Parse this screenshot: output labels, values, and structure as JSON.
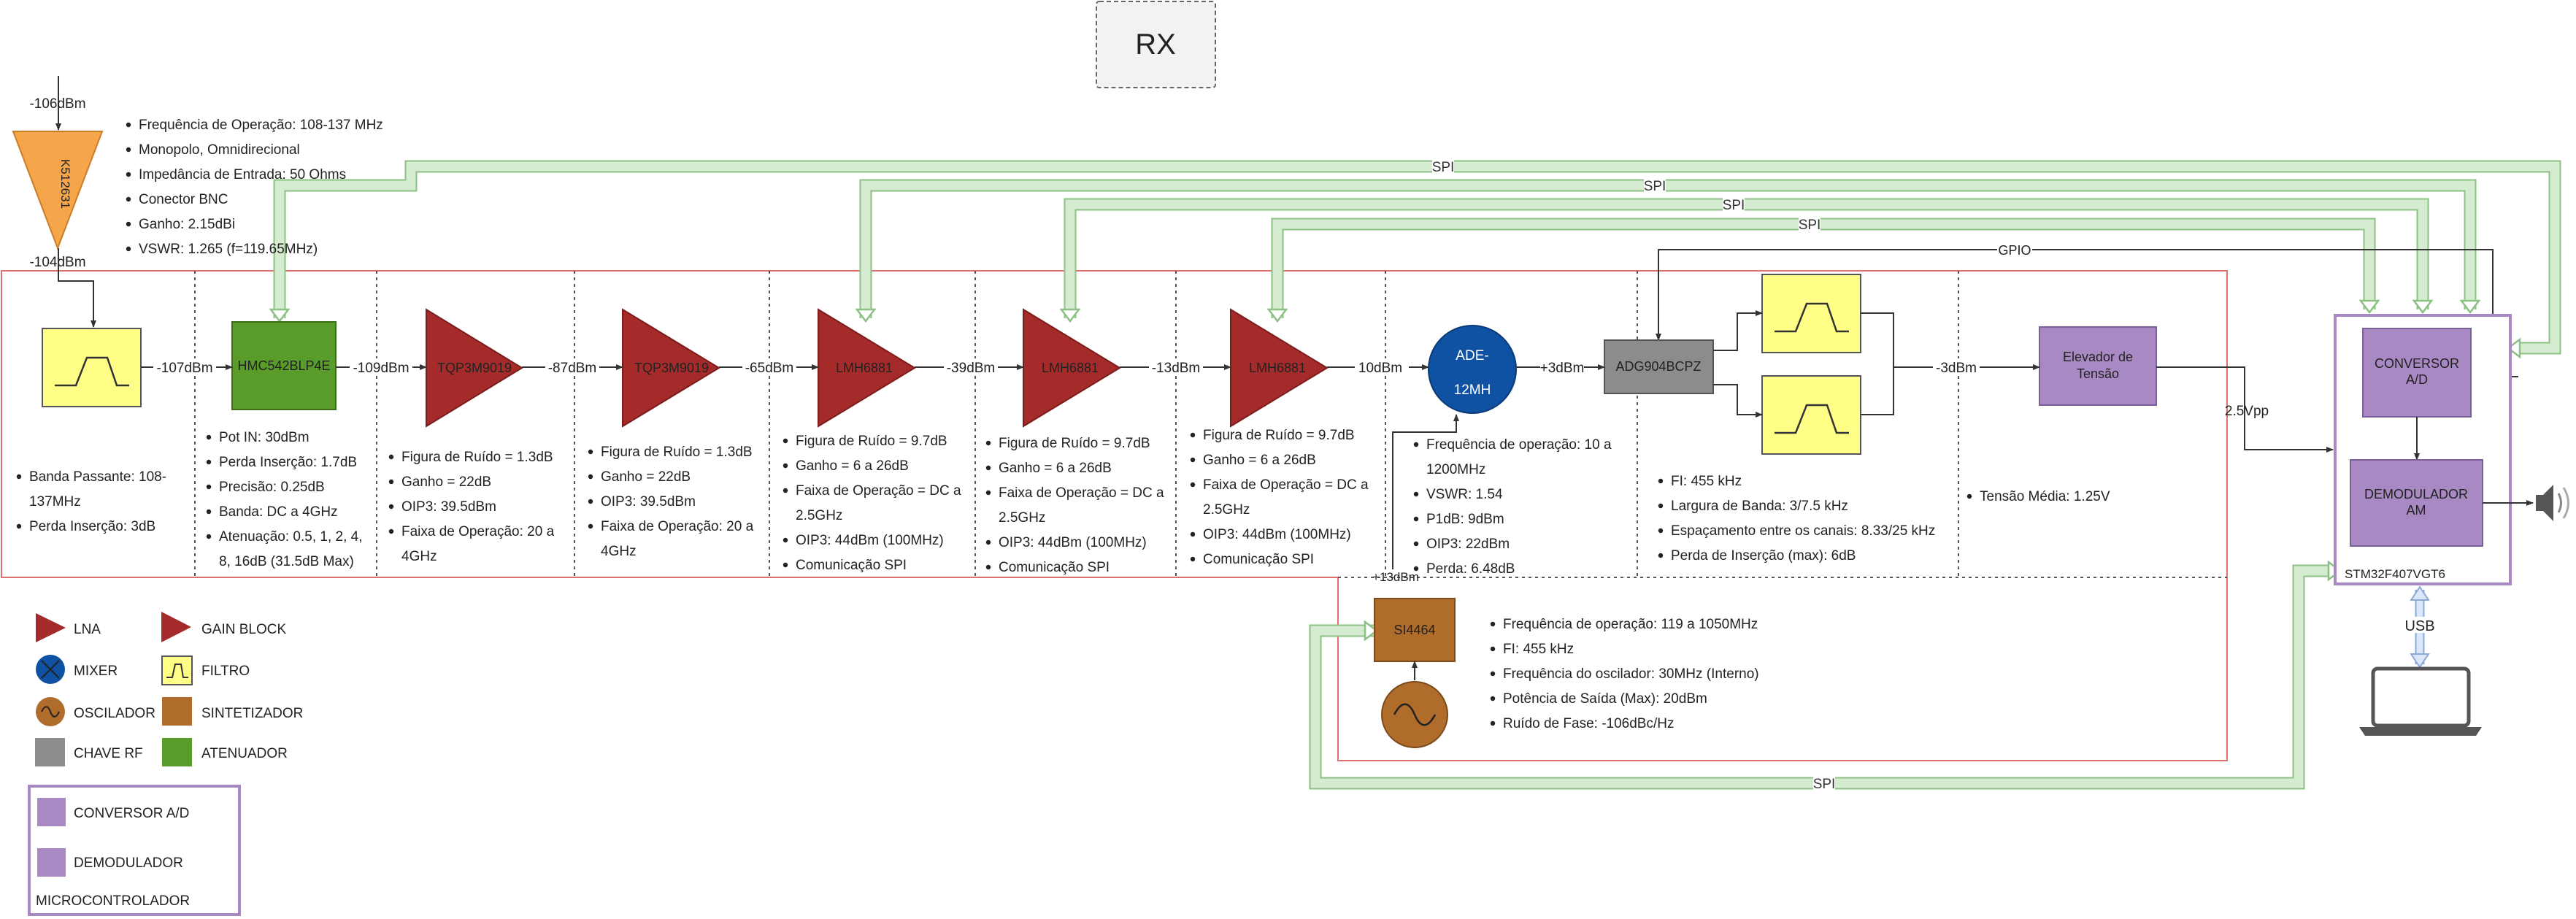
{
  "title": "RX",
  "input": {
    "level_in": "-106dBm",
    "level_out": "-104dBm",
    "label": "K512631"
  },
  "antenna_specs": [
    "Frequência de Operação: 108-137 MHz",
    "Monopolo, Omnidirecional",
    "Impedância de Entrada: 50 Ohms",
    "Conector BNC",
    "Ganho: 2.15dBi",
    "VSWR: 1.265 (f=119.65MHz)"
  ],
  "chain": {
    "attenuator_label": "HMC542BLP4E",
    "amp1_label": "TQP3M9019",
    "amp2_label": "TQP3M9019",
    "lna1_label": "LMH6881",
    "lna2_label": "LMH6881",
    "lna3_label": "LMH6881",
    "mixer_line1": "ADE-",
    "mixer_line2": "12MH",
    "switch_label": "ADG904BCPZ",
    "boost_line1": "Elevador de",
    "boost_line2": "Tensão",
    "synth_label": "SI4464"
  },
  "levels": {
    "filter_out": "-107dBm",
    "att_out": "-109dBm",
    "amp1_out": "-87dBm",
    "amp2_out": "-65dBm",
    "lna1_out": "-39dBm",
    "lna2_out": "-13dBm",
    "lna3_out": "10dBm",
    "mixer_out": "+3dBm",
    "filters_out": "-3dBm",
    "boost_out": "2.5Vpp",
    "synth_out": "+13dBm"
  },
  "bus": {
    "spi": "SPI",
    "gpio": "GPIO",
    "usb": "USB"
  },
  "mcu": {
    "adc_line1": "CONVERSOR",
    "adc_line2": "A/D",
    "demod_line1": "DEMODULADOR",
    "demod_line2": "AM",
    "model": "STM32F407VGT6"
  },
  "specs": {
    "filter": [
      "Banda Passante: 108-",
      "137MHz",
      "Perda Inserção: 3dB"
    ],
    "attenuator": [
      "Pot IN: 30dBm",
      "Perda Inserção: 1.7dB",
      "Precisão: 0.25dB",
      "Banda: DC a 4GHz",
      "Atenuação: 0.5, 1, 2, 4,",
      "8, 16dB (31.5dB Max)"
    ],
    "amp1": [
      "Figura de Ruído = 1.3dB",
      "Ganho =  22dB",
      "OIP3: 39.5dBm",
      "Faixa de Operação: 20 a",
      "4GHz"
    ],
    "amp2": [
      "Figura de Ruído = 1.3dB",
      "Ganho =  22dB",
      "OIP3: 39.5dBm",
      "Faixa de Operação: 20 a",
      "4GHz"
    ],
    "lna1": [
      "Figura de Ruído = 9.7dB",
      "Ganho =  6 a 26dB",
      "Faixa de Operação = DC a",
      "2.5GHz",
      "OIP3: 44dBm (100MHz)",
      "Comunicação SPI"
    ],
    "lna2": [
      "Figura de Ruído = 9.7dB",
      "Ganho =  6 a 26dB",
      "Faixa de Operação = DC a",
      "2.5GHz",
      "OIP3: 44dBm (100MHz)",
      "Comunicação SPI"
    ],
    "lna3": [
      "Figura de Ruído = 9.7dB",
      "Ganho =  6 a 26dB",
      "Faixa de Operação = DC a",
      "2.5GHz",
      "OIP3: 44dBm (100MHz)",
      "Comunicação SPI"
    ],
    "mixer": [
      "Frequência de operação: 10 a",
      "1200MHz",
      "VSWR: 1.54",
      "P1dB: 9dBm",
      "OIP3: 22dBm",
      "Perda: 6.48dB"
    ],
    "if_stage": [
      "FI: 455 kHz",
      "Largura de Banda: 3/7.5 kHz",
      "Espaçamento entre os canais: 8.33/25 kHz",
      "Perda de Inserção (max): 6dB"
    ],
    "boost": [
      "Tensão Média: 1.25V"
    ],
    "synth": [
      "Frequência de operação: 119 a 1050MHz",
      "FI: 455 kHz",
      "Frequência do oscilador: 30MHz (Interno)",
      "Potência de Saída (Max): 20dBm",
      "Ruído de Fase: -106dBc/Hz"
    ]
  },
  "legend": {
    "lna": "LNA",
    "gain_block": "GAIN BLOCK",
    "mixer": "MIXER",
    "filter": "FILTRO",
    "oscillator": "OSCILADOR",
    "synth": "SINTETIZADOR",
    "switch": "CHAVE RF",
    "attenuator": "ATENUADOR",
    "adc": "CONVERSOR A/D",
    "demod": "DEMODULADOR",
    "mcu": "MICROCONTROLADOR"
  },
  "colors": {
    "gain": "#a52a2a",
    "mixer": "#0f52a3",
    "filter": "#ffff88",
    "oscillator": "#b06c2b",
    "switch": "#8c8c8c",
    "attenuator": "#5a9c2a",
    "mcu": "#a889c3",
    "antenna": "#f5a64a",
    "spi_bus": "#c9e5c0",
    "usb_bus": "#c6d8f2",
    "region_border": "#e07070"
  }
}
